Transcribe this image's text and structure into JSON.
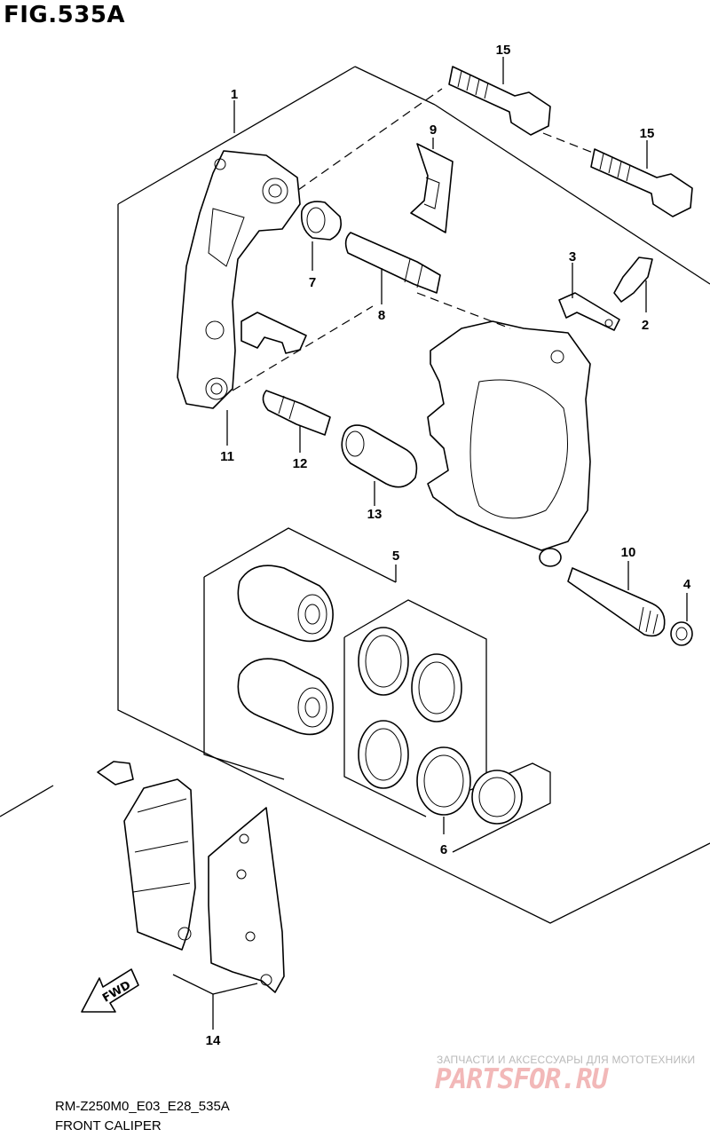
{
  "figure": {
    "title": "FIG.535A",
    "diagram_code": "RM-Z250M0_E03_E28_535A",
    "diagram_name": "FRONT CALIPER"
  },
  "callouts": {
    "c1": "1",
    "c2": "2",
    "c3": "3",
    "c4": "4",
    "c5": "5",
    "c6": "6",
    "c7": "7",
    "c8": "8",
    "c9": "9",
    "c10": "10",
    "c11": "11",
    "c12": "12",
    "c13": "13",
    "c14": "14",
    "c15a": "15",
    "c15b": "15"
  },
  "watermark": {
    "caption": "ЗАПЧАСТИ И АКСЕССУАРЫ ДЛЯ МОТОТЕХНИКИ",
    "logo": "PARTSFOR.RU"
  },
  "direction_arrow": {
    "label": "FWD",
    "icon": "forward-arrow-icon"
  }
}
